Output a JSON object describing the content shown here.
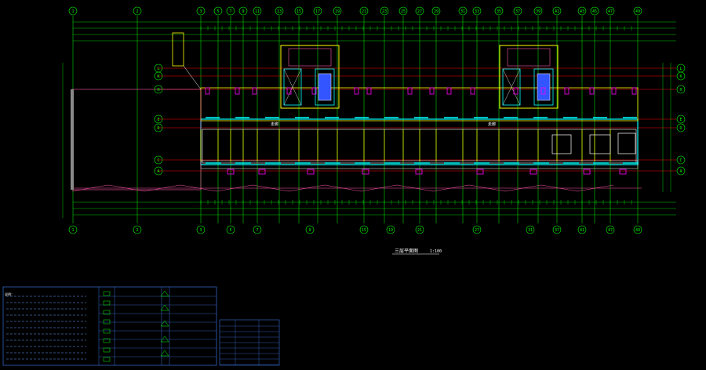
{
  "colors": {
    "background": "#000000",
    "grid_axis": "#00ff00",
    "dim_line": "#00ff00",
    "wall_outer": "#00ffff",
    "wall_inner": "#ffff00",
    "red_line": "#ff0000",
    "pink": "#ff55aa",
    "magenta": "#ff00ff",
    "white": "#ffffff",
    "blue": "#3355ff",
    "table_line": "#3a6fd8"
  },
  "axis_bubbles_top": [
    "1",
    "2",
    "3",
    "5",
    "7",
    "9",
    "11",
    "13",
    "15",
    "17",
    "19",
    "21",
    "23",
    "25",
    "27",
    "29",
    "31",
    "33",
    "35",
    "37",
    "39",
    "41",
    "43",
    "45",
    "47",
    "49"
  ],
  "axis_bubbles_bottom": [
    "1",
    "2",
    "3",
    "5",
    "7",
    "9",
    "15",
    "19",
    "21",
    "27",
    "31",
    "37",
    "41",
    "47",
    "49"
  ],
  "axis_bubbles_left": [
    "L",
    "K",
    "H",
    "E",
    "D",
    "C",
    "A"
  ],
  "axis_bubbles_right": [
    "L",
    "K",
    "H",
    "E",
    "D",
    "C",
    "A"
  ],
  "plan_title": "三层平面图",
  "plan_scale": "1:100",
  "room_labels": [
    "走廊",
    "走廊"
  ],
  "legend": {
    "notes_heading": "说明：",
    "rows": [
      "",
      "",
      "",
      "",
      "",
      "",
      "",
      ""
    ]
  }
}
